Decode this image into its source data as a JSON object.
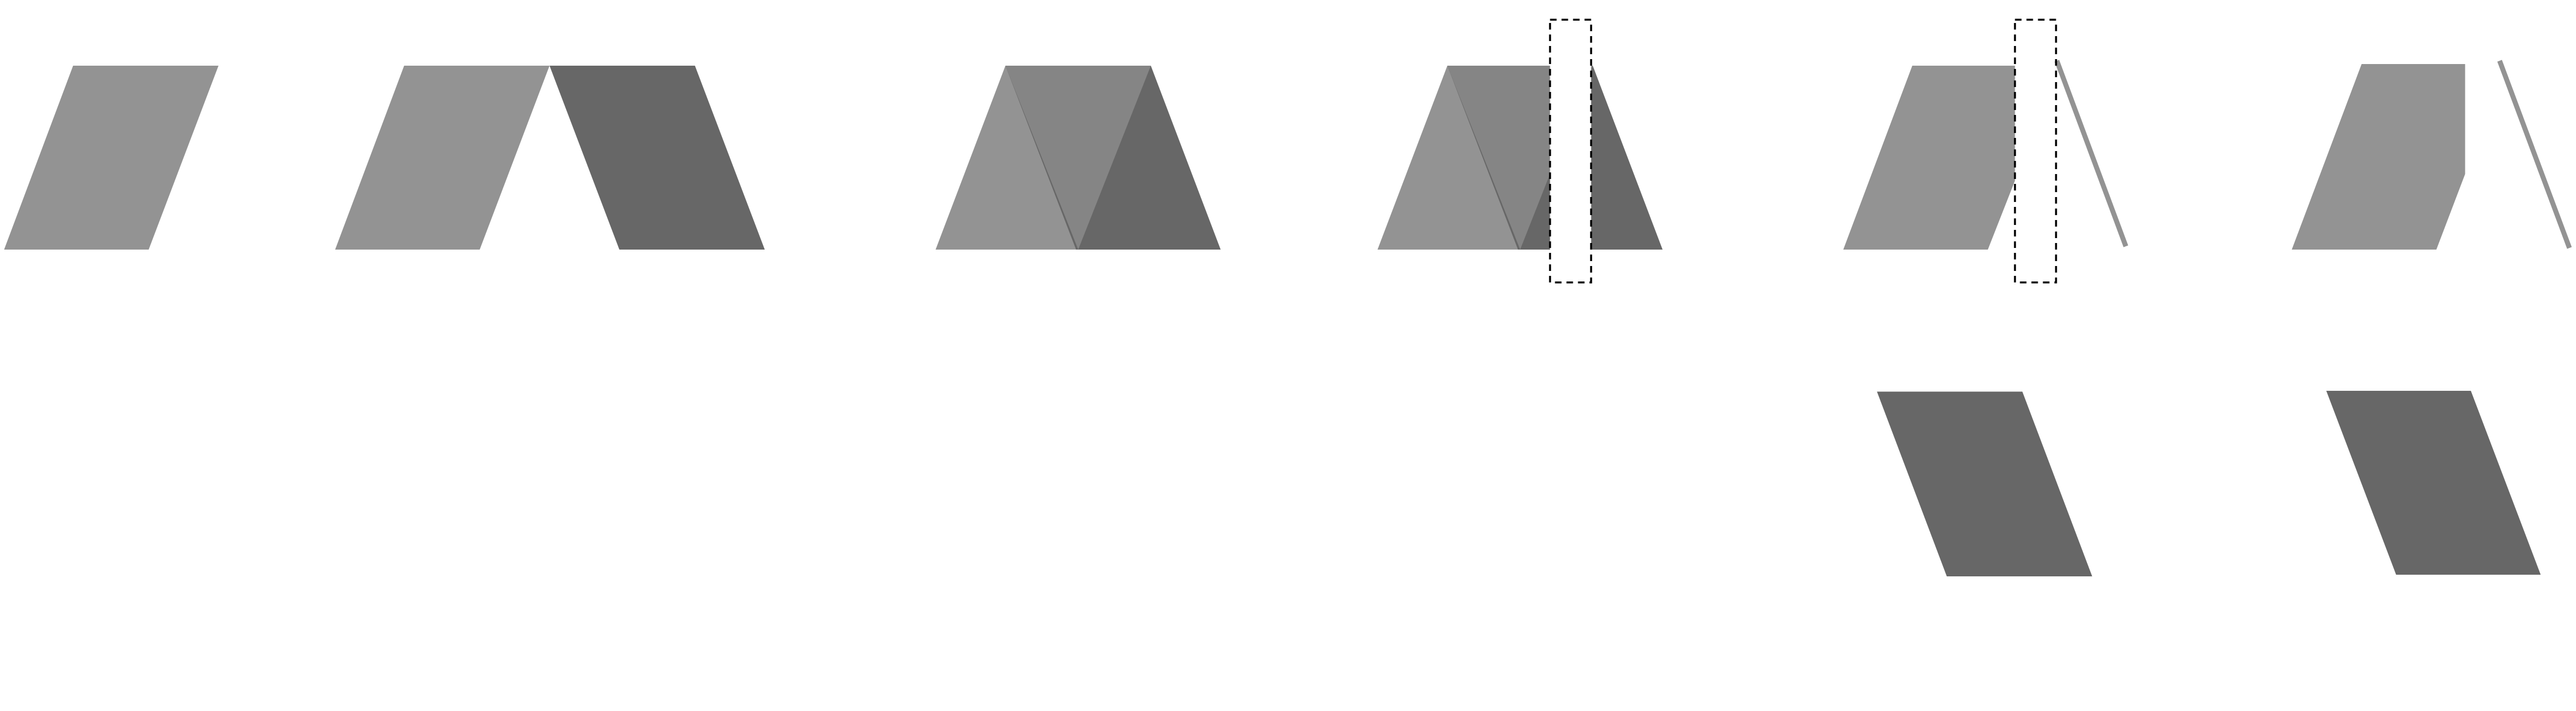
{
  "colors": {
    "background": "#ffffff",
    "light_shape": "#939393",
    "overlap_shape": "#858585",
    "dark_shape": "#676767",
    "cut_line": "#000000"
  },
  "steps": [
    {
      "name": "step-1",
      "shapes": [
        "light-parallelogram"
      ]
    },
    {
      "name": "step-2",
      "shapes": [
        "light-parallelogram",
        "dark-parallelogram"
      ]
    },
    {
      "name": "step-3",
      "shapes": [
        "light-parallelogram",
        "dark-parallelogram"
      ],
      "overlap": true
    },
    {
      "name": "step-4",
      "shapes": [
        "light-parallelogram",
        "dark-parallelogram"
      ],
      "overlap": true,
      "cut_marker": true
    },
    {
      "name": "step-5",
      "shapes": [
        "light-parallelogram",
        "cut-strip",
        "dark-parallelogram"
      ],
      "cut_marker": true,
      "separated_piece": true
    },
    {
      "name": "step-6",
      "shapes": [
        "light-parallelogram",
        "cut-strip",
        "dark-parallelogram"
      ],
      "separated_piece": true
    }
  ]
}
